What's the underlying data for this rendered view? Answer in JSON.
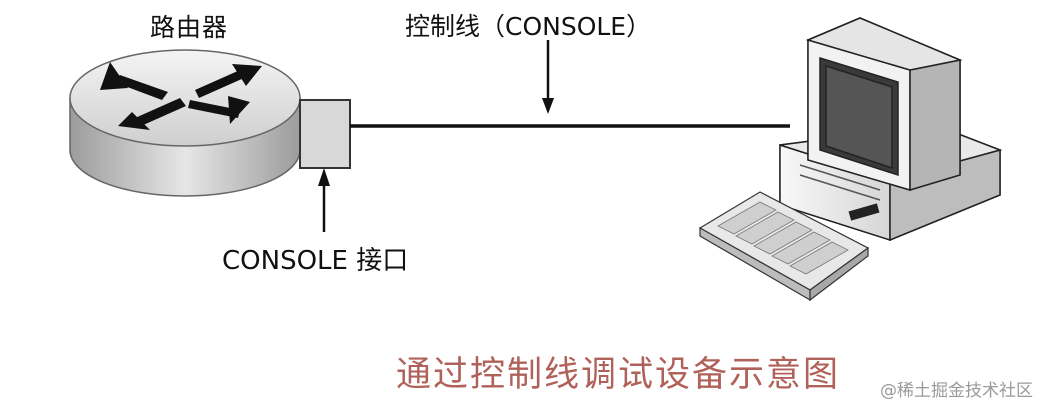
{
  "labels": {
    "router": "路由器",
    "cable": "控制线（CONSOLE）",
    "port": "CONSOLE 接口"
  },
  "caption": "通过控制线调试设备示意图",
  "watermark": "@稀土掘金技术社区",
  "colors": {
    "caption": "#b0625a",
    "line": "#111111",
    "watermark": "#9a9a9a"
  },
  "icons": [
    "router-icon",
    "computer-icon",
    "keyboard-icon"
  ]
}
